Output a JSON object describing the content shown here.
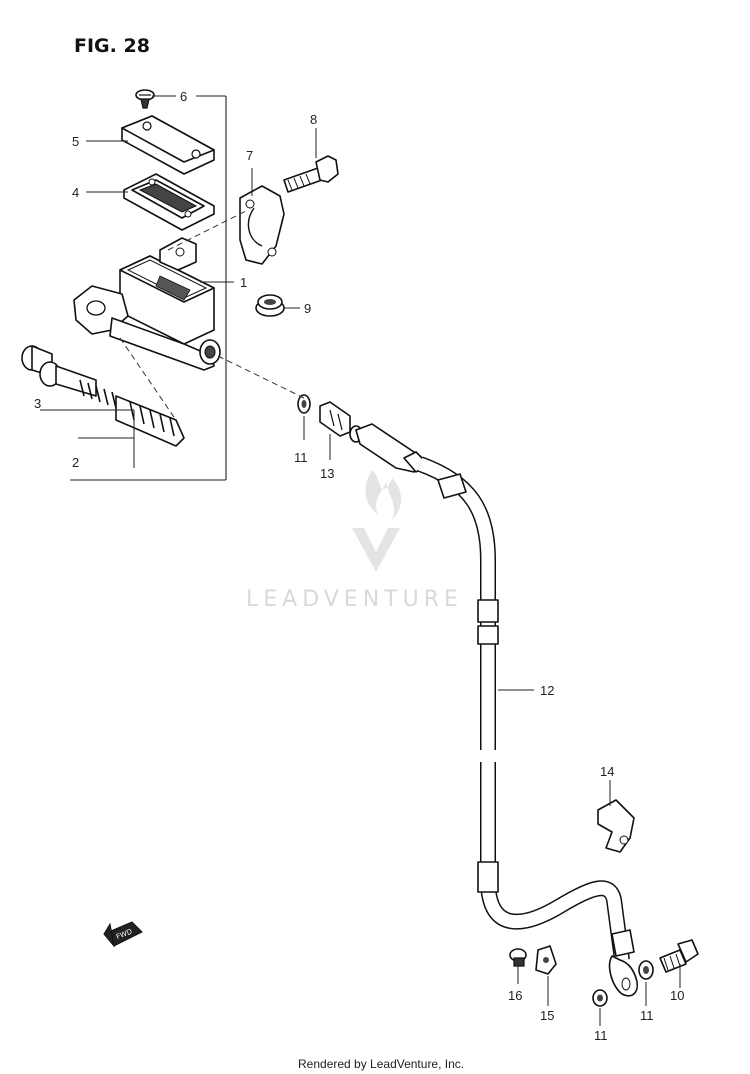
{
  "figure": {
    "title": "FIG. 28"
  },
  "watermark": {
    "text": "LEADVENTURE"
  },
  "footer": {
    "text": "Rendered by LeadVenture, Inc."
  },
  "fwd_label": "FWD",
  "callouts": {
    "p1": "1",
    "p2": "2",
    "p3": "3",
    "p4": "4",
    "p5": "5",
    "p6": "6",
    "p7": "7",
    "p8": "8",
    "p9": "9",
    "p10": "10",
    "p11a": "11",
    "p11b": "11",
    "p11c": "11",
    "p12": "12",
    "p13": "13",
    "p14": "14",
    "p15": "15",
    "p16": "16"
  }
}
